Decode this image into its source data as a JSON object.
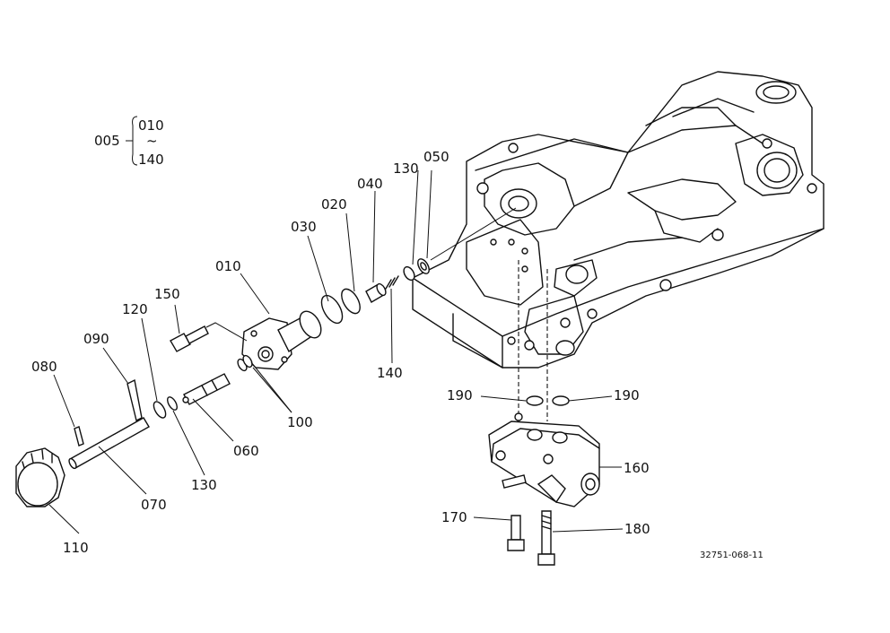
{
  "group": {
    "main": "005",
    "top": "010",
    "tilde": "~",
    "bottom": "140"
  },
  "callouts": [
    {
      "name": "callout-010",
      "text": "010"
    },
    {
      "name": "callout-020",
      "text": "020"
    },
    {
      "name": "callout-030",
      "text": "030"
    },
    {
      "name": "callout-040",
      "text": "040"
    },
    {
      "name": "callout-050",
      "text": "050"
    },
    {
      "name": "callout-130-top",
      "text": "130"
    },
    {
      "name": "callout-140",
      "text": "140"
    },
    {
      "name": "callout-150",
      "text": "150"
    },
    {
      "name": "callout-120",
      "text": "120"
    },
    {
      "name": "callout-090",
      "text": "090"
    },
    {
      "name": "callout-080",
      "text": "080"
    },
    {
      "name": "callout-100",
      "text": "100"
    },
    {
      "name": "callout-060",
      "text": "060"
    },
    {
      "name": "callout-130-bottom",
      "text": "130"
    },
    {
      "name": "callout-070",
      "text": "070"
    },
    {
      "name": "callout-110",
      "text": "110"
    },
    {
      "name": "callout-190-left",
      "text": "190"
    },
    {
      "name": "callout-190-right",
      "text": "190"
    },
    {
      "name": "callout-160",
      "text": "160"
    },
    {
      "name": "callout-170",
      "text": "170"
    },
    {
      "name": "callout-180",
      "text": "180"
    }
  ],
  "drawing_code": "32751-068-11"
}
